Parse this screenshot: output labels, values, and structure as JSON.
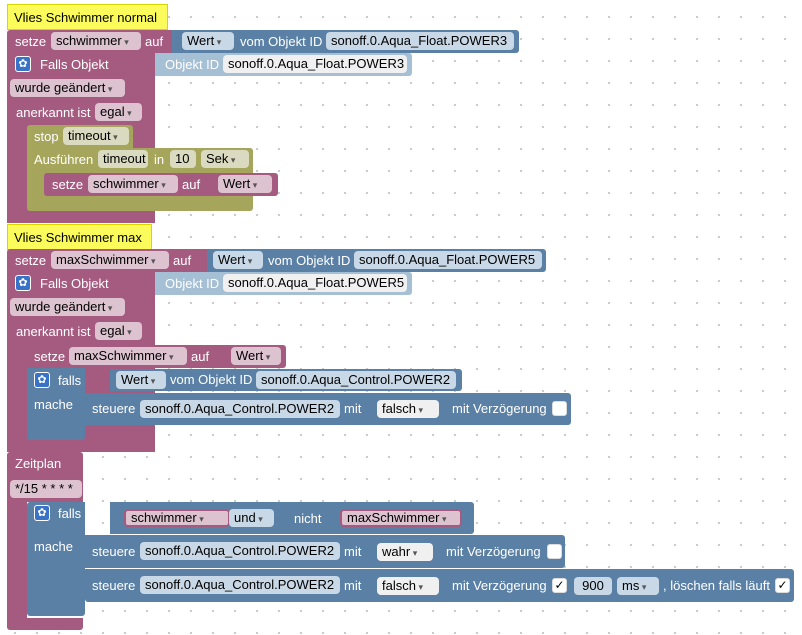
{
  "colors": {
    "logic_pink": "#a55b80",
    "object_blue": "#5b80a5",
    "timer_olive": "#a5a55b",
    "comment_yellow": "#fbfb5c"
  },
  "b1": {
    "comment": "Vlies Schwimmer normal",
    "setze": "setze",
    "var": "schwimmer",
    "auf": "auf",
    "wert": "Wert",
    "vom_objekt": "vom Objekt ID",
    "obj": "sonoff.0.Aqua_Float.POWER3",
    "falls_objekt": "Falls Objekt",
    "objekt_id": "Objekt ID",
    "trigger_obj": "sonoff.0.Aqua_Float.POWER3",
    "wurde": "wurde geändert",
    "anerkannt": "anerkannt ist",
    "egal": "egal",
    "stop": "stop",
    "timeout": "timeout",
    "ausfuehren": "Ausführen",
    "timeout2": "timeout",
    "in": "in",
    "secs": "10",
    "unit": "Sek",
    "setze2": "setze",
    "var2": "schwimmer",
    "auf2": "auf",
    "wert2": "Wert"
  },
  "b2": {
    "comment": "Vlies Schwimmer max",
    "setze": "setze",
    "var": "maxSchwimmer",
    "auf": "auf",
    "wert": "Wert",
    "vom_objekt": "vom Objekt ID",
    "obj": "sonoff.0.Aqua_Float.POWER5",
    "falls_objekt": "Falls Objekt",
    "objekt_id": "Objekt ID",
    "trigger_obj": "sonoff.0.Aqua_Float.POWER5",
    "wurde": "wurde geändert",
    "anerkannt": "anerkannt ist",
    "egal": "egal",
    "setze2": "setze",
    "var2": "maxSchwimmer",
    "auf2": "auf",
    "wert2": "Wert",
    "falls": "falls",
    "wert3": "Wert",
    "vom_objekt3": "vom Objekt ID",
    "obj3": "sonoff.0.Aqua_Control.POWER2",
    "mache": "mache",
    "steuere": "steuere",
    "ctrl_obj": "sonoff.0.Aqua_Control.POWER2",
    "mit": "mit",
    "val": "falsch",
    "verz": "mit Verzögerung"
  },
  "b3": {
    "zeitplan": "Zeitplan",
    "cron": "*/15 * * * *",
    "falls": "falls",
    "var1": "schwimmer",
    "und": "und",
    "nicht": "nicht",
    "var2": "maxSchwimmer",
    "mache": "mache",
    "steuere1": "steuere",
    "obj1": "sonoff.0.Aqua_Control.POWER2",
    "mit1": "mit",
    "val1": "wahr",
    "verz1": "mit Verzögerung",
    "steuere2": "steuere",
    "obj2": "sonoff.0.Aqua_Control.POWER2",
    "mit2": "mit",
    "val2": "falsch",
    "verz2": "mit Verzögerung",
    "check_mark": "✓",
    "delay": "900",
    "unit": "ms",
    "loeschen": ", löschen falls läuft",
    "check_mark2": "✓"
  }
}
